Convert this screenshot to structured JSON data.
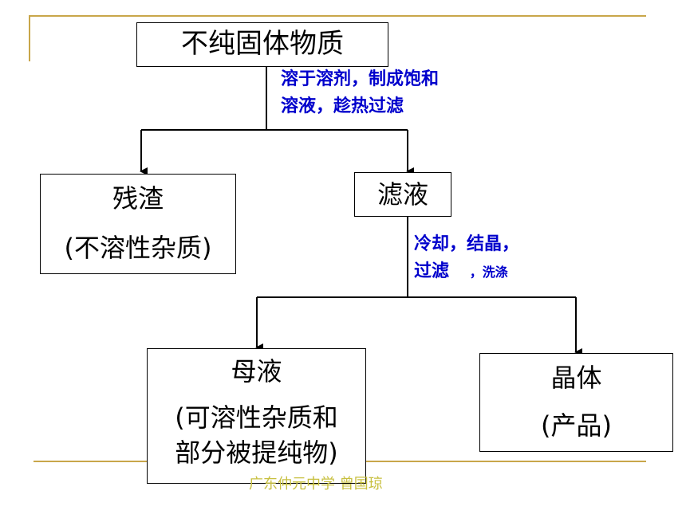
{
  "nodes": {
    "impure_solid": "不纯固体物质",
    "residue": {
      "title": "残渣",
      "note": "(不溶性杂质)"
    },
    "filtrate": "滤液",
    "mother_liquor": {
      "title": "母液",
      "note_line1": "(可溶性杂质和",
      "note_line2": "部分被提纯物)"
    },
    "crystal": {
      "title": "晶体",
      "note": "(产品)"
    }
  },
  "steps": {
    "dissolve_line1": "溶于溶剂，制成饱和",
    "dissolve_line2": "溶液，趁热过滤",
    "cool_line1": "冷却，结晶，",
    "cool_line2_a": "过滤",
    "cool_line2_b": "，洗涤"
  },
  "footer": "广东仲元中学   曾国琼",
  "colors": {
    "label": "#0000cc",
    "decor": "#c8a64a",
    "footer": "#c8c040"
  }
}
